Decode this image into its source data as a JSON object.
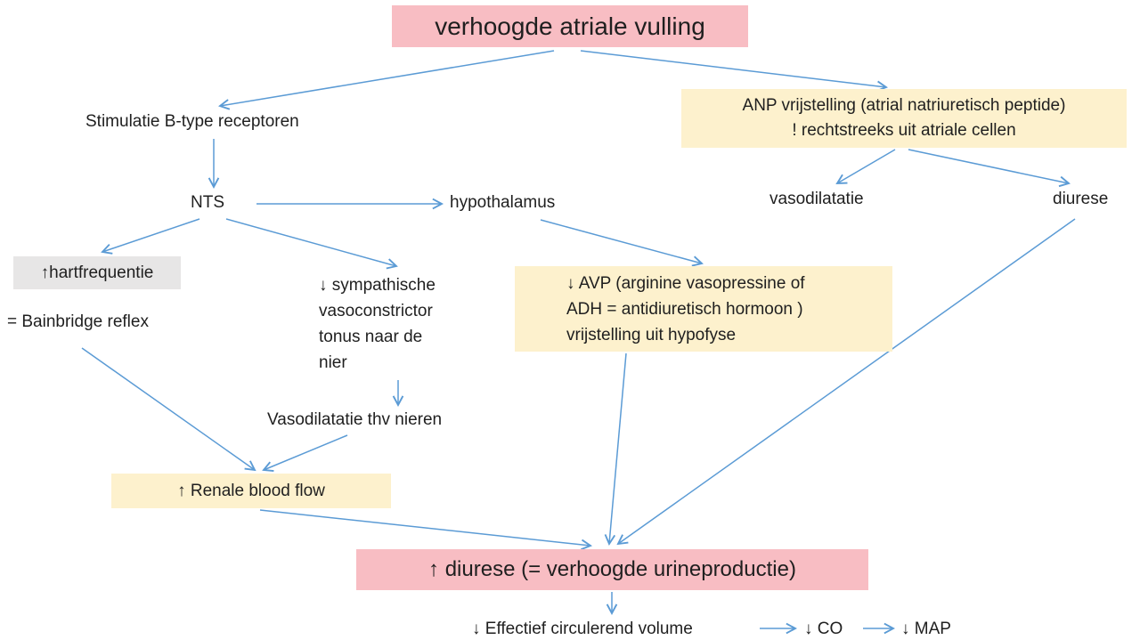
{
  "colors": {
    "pink": "#f8bdc3",
    "yellow": "#fdf1cd",
    "grey": "#e7e6e6",
    "arrow": "#5b9bd5",
    "text": "#1f1f1f",
    "background": "#ffffff"
  },
  "nodes": {
    "title": "verhoogde atriale vulling",
    "stimulatie": "Stimulatie B-type receptoren",
    "anp": {
      "line1": "ANP vrijstelling (atrial natriuretisch peptide)",
      "line2": "! rechtstreeks uit atriale cellen"
    },
    "nts": "NTS",
    "hypothalamus": "hypothalamus",
    "vasodilatatie": "vasodilatatie",
    "diurese": "diurese",
    "hartfrequentie": "↑hartfrequentie",
    "bainbridge": "= Bainbridge reflex",
    "sympathische": {
      "line1": "↓ sympathische",
      "line2": "vasoconstrictor",
      "line3": "tonus naar de",
      "line4": "nier"
    },
    "avp": {
      "line1": "↓ AVP (arginine vasopressine of",
      "line2": "ADH = antidiuretisch hormoon )",
      "line3": "vrijstelling uit hypofyse"
    },
    "vasodilatatie_nieren": "Vasodilatatie thv nieren",
    "renale": "↑ Renale blood flow",
    "diurese_box": "↑ diurese (= verhoogde urineproductie)",
    "effectief": "↓ Effectief circulerend volume",
    "co": "↓ CO",
    "map": "↓ MAP"
  }
}
